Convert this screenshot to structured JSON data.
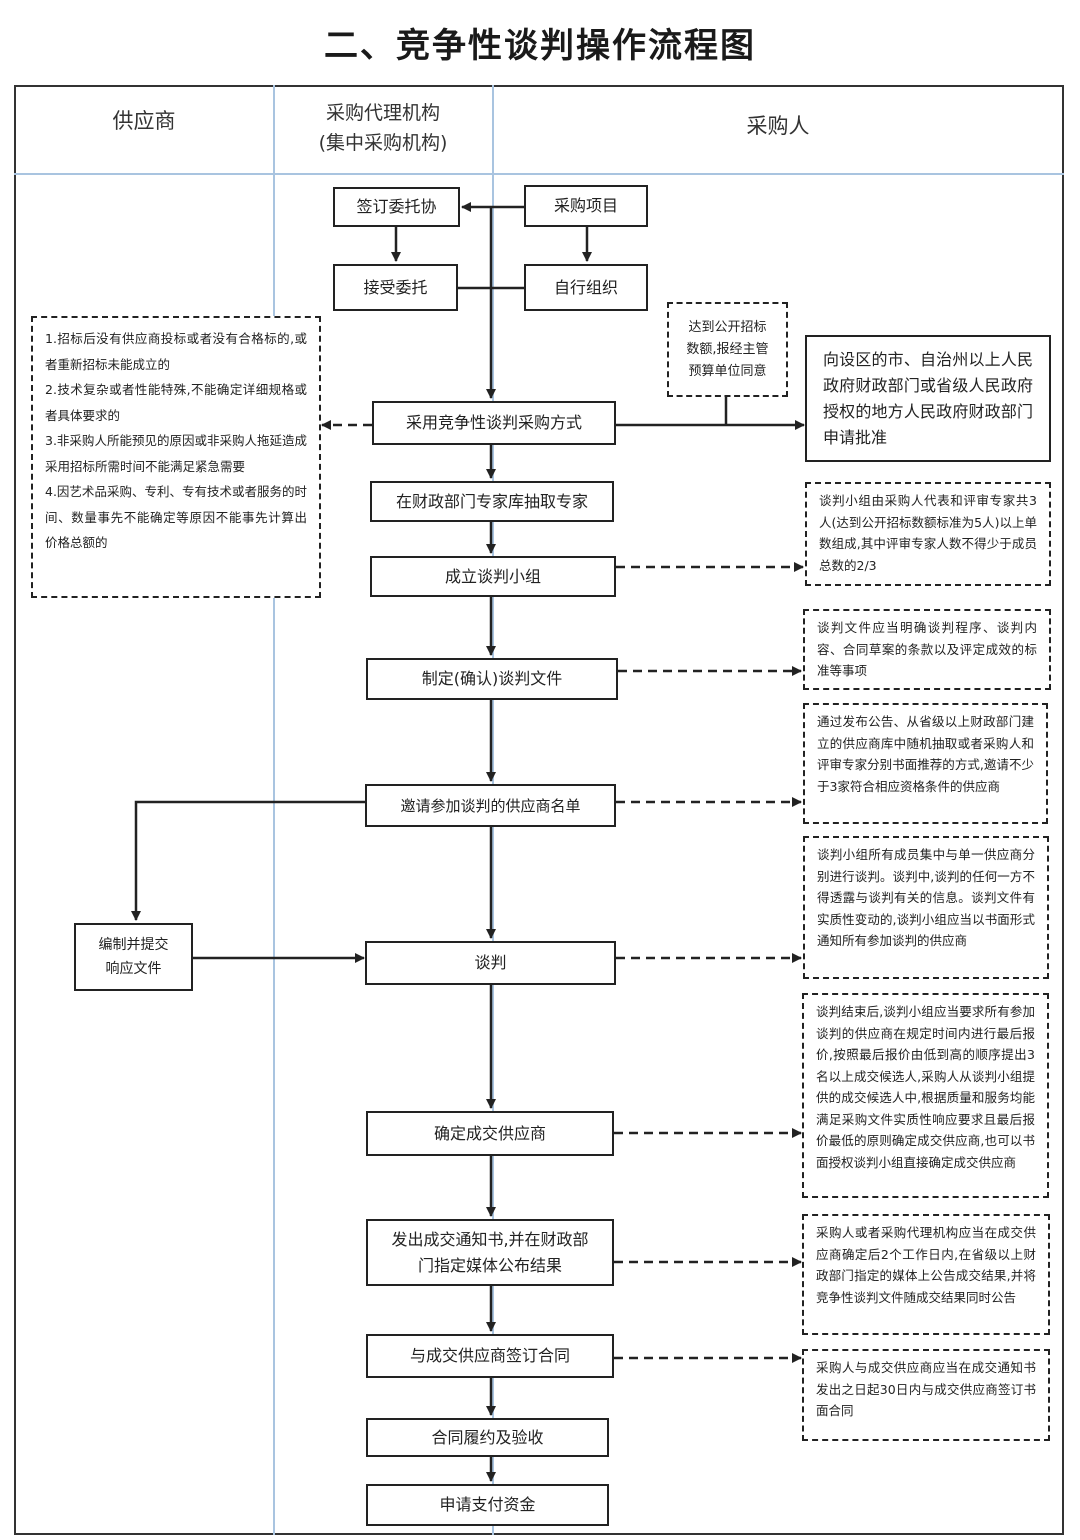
{
  "title": "二、竞争性谈判操作流程图",
  "lanes": {
    "supplier": "供应商",
    "agency_line1": "采购代理机构",
    "agency_line2": "(集中采购机构)",
    "purchaser": "采购人"
  },
  "boxes": {
    "sign_entrust": "签订委托协",
    "purchase_project": "采购项目",
    "accept_entrust": "接受委托",
    "self_organize": "自行组织",
    "threshold_line1": "达到公开招标",
    "threshold_line2": "数额,报经主管",
    "threshold_line3": "预算单位同意",
    "adopt_method": "采用竞争性谈判采购方式",
    "approval": "向设区的市、自治州以上人民政府财政部门或省级人民政府授权的地方人民政府财政部门申请批准",
    "draw_experts": "在财政部门专家库抽取专家",
    "form_group": "成立谈判小组",
    "make_documents": "制定(确认)谈判文件",
    "invite_suppliers": "邀请参加谈判的供应商名单",
    "prepare_response_line1": "编制并提交",
    "prepare_response_line2": "响应文件",
    "negotiate": "谈判",
    "determine_supplier": "确定成交供应商",
    "notice_line1": "发出成交通知书,并在财政部",
    "notice_line2": "门指定媒体公布结果",
    "sign_contract": "与成交供应商签订合同",
    "fulfill": "合同履约及验收",
    "apply_payment": "申请支付资金"
  },
  "conditions": [
    "1.招标后没有供应商投标或者没有合格标的,或者重新招标未能成立的",
    "2.技术复杂或者性能特殊,不能确定详细规格或者具体要求的",
    "3.非采购人所能预见的原因或非采购人拖延造成采用招标所需时间不能满足紧急需要",
    "4.因艺术品采购、专利、专有技术或者服务的时间、数量事先不能确定等原因不能事先计算出价格总额的"
  ],
  "notes": {
    "group": "谈判小组由采购人代表和评审专家共3人(达到公开招标数额标准为5人)以上单数组成,其中评审专家人数不得少于成员总数的2/3",
    "documents": "谈判文件应当明确谈判程序、谈判内容、合同草案的条款以及评定成效的标准等事项",
    "invite": "通过发布公告、从省级以上财政部门建立的供应商库中随机抽取或者采购人和评审专家分别书面推荐的方式,邀请不少于3家符合相应资格条件的供应商",
    "negotiate": "谈判小组所有成员集中与单一供应商分别进行谈判。谈判中,谈判的任何一方不得透露与谈判有关的信息。谈判文件有实质性变动的,谈判小组应当以书面形式通知所有参加谈判的供应商",
    "determine": "谈判结束后,谈判小组应当要求所有参加谈判的供应商在规定时间内进行最后报价,按照最后报价由低到高的顺序提出3名以上成交候选人,采购人从谈判小组提供的成交候选人中,根据质量和服务均能满足采购文件实质性响应要求且最后报价最低的原则确定成交供应商,也可以书面授权谈判小组直接确定成交供应商",
    "notice": "采购人或者采购代理机构应当在成交供应商确定后2个工作日内,在省级以上财政部门指定的媒体上公告成交结果,并将竞争性谈判文件随成交结果同时公告",
    "contract": "采购人与成交供应商应当在成交通知书发出之日起30日内与成交供应商签订书面合同"
  }
}
